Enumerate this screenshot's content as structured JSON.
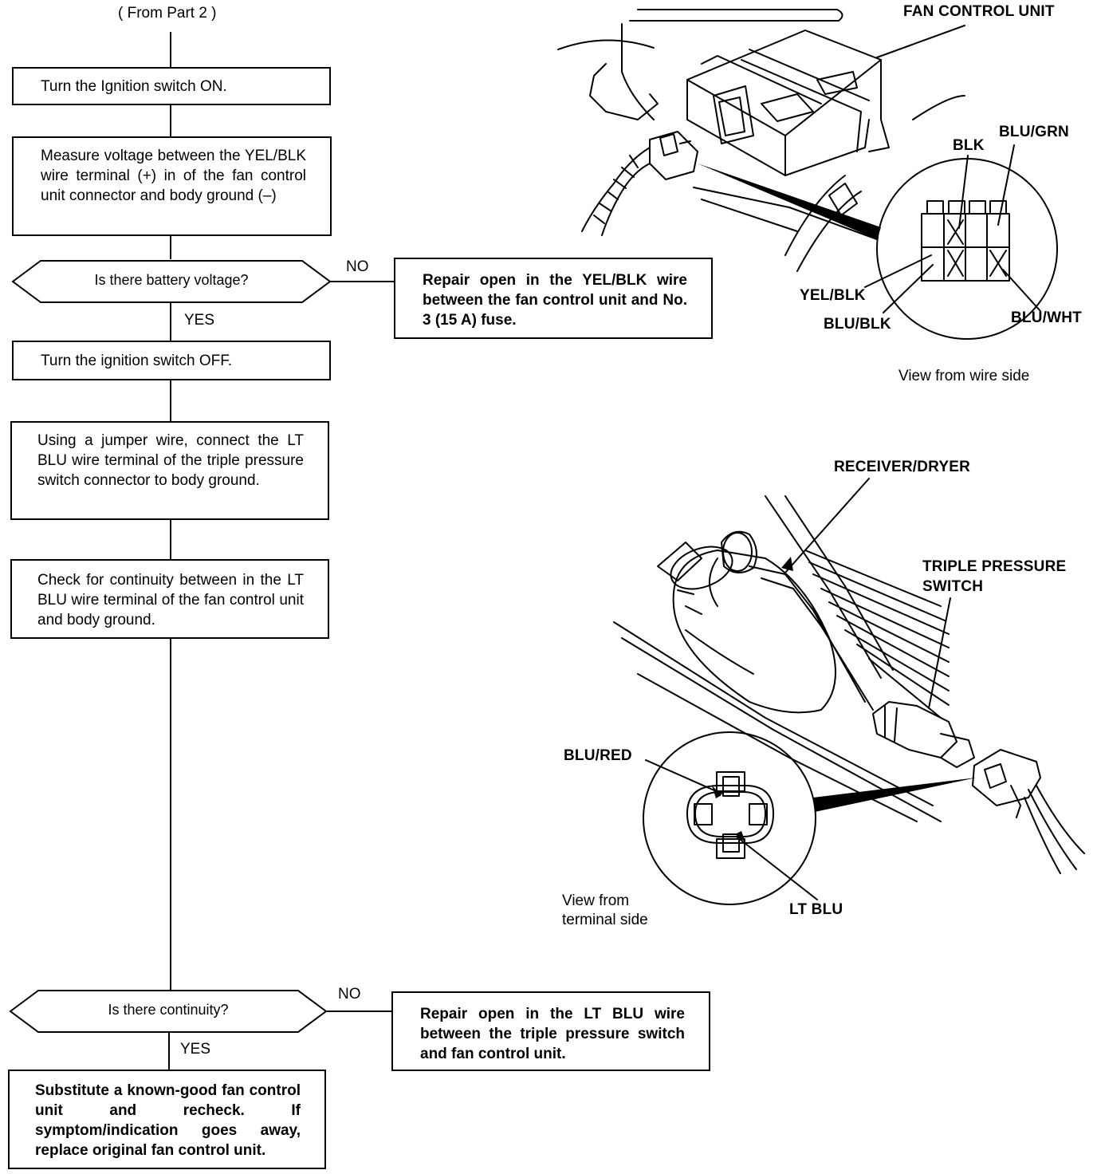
{
  "flow": {
    "from_label": "( From Part 2 )",
    "step1": "Turn the Ignition switch ON.",
    "step2": "Measure voltage between the YEL/BLK wire terminal (+) in of the fan control unit connector and body ground (–)",
    "decision1": "Is there battery voltage?",
    "no1_label": "NO",
    "yes1_label": "YES",
    "repair1": "Repair open in the YEL/BLK wire between the fan control unit and No. 3 (15 A) fuse.",
    "step3": "Turn the ignition switch OFF.",
    "step4": "Using a jumper wire, connect the LT BLU wire terminal of the triple pressure switch connector to body ground.",
    "step5": "Check for continuity between in the LT BLU wire terminal of the fan control unit and body ground.",
    "decision2": "Is there continuity?",
    "no2_label": "NO",
    "yes2_label": "YES",
    "repair2": "Repair open in the LT BLU wire between the triple pressure switch and fan control unit.",
    "final": "Substitute a known-good fan control unit and recheck. If symptom/indication goes away, replace original fan control unit."
  },
  "illustration_top": {
    "title": "FAN CONTROL UNIT",
    "wires": [
      "BLK",
      "BLU/GRN",
      "YEL/BLK",
      "BLU/BLK",
      "BLU/WHT"
    ],
    "view_note": "View from wire side"
  },
  "illustration_bottom": {
    "receiver": "RECEIVER/DRYER",
    "switch_line1": "TRIPLE PRESSURE",
    "switch_line2": "SWITCH",
    "blu_red": "BLU/RED",
    "lt_blu": "LT BLU",
    "view_note_line1": "View from",
    "view_note_line2": "terminal side"
  }
}
